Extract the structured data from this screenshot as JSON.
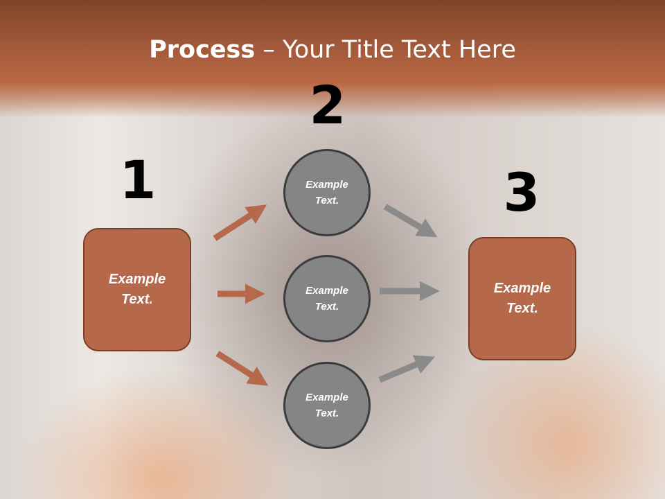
{
  "title": {
    "bold_part": "Process",
    "rest": " – Your Title Text Here"
  },
  "steps": {
    "step1": {
      "number": "1",
      "text": "Example Text."
    },
    "step2": {
      "number": "2",
      "items": [
        "Example Text.",
        "Example Text.",
        "Example Text."
      ]
    },
    "step3": {
      "number": "3",
      "text": "Example Text."
    }
  },
  "colors": {
    "header": "#a2593a",
    "box_fill": "#b5694a",
    "circle_fill": "#858585",
    "arrow_orange": "#b5694a",
    "arrow_gray": "#8a8a8a"
  }
}
